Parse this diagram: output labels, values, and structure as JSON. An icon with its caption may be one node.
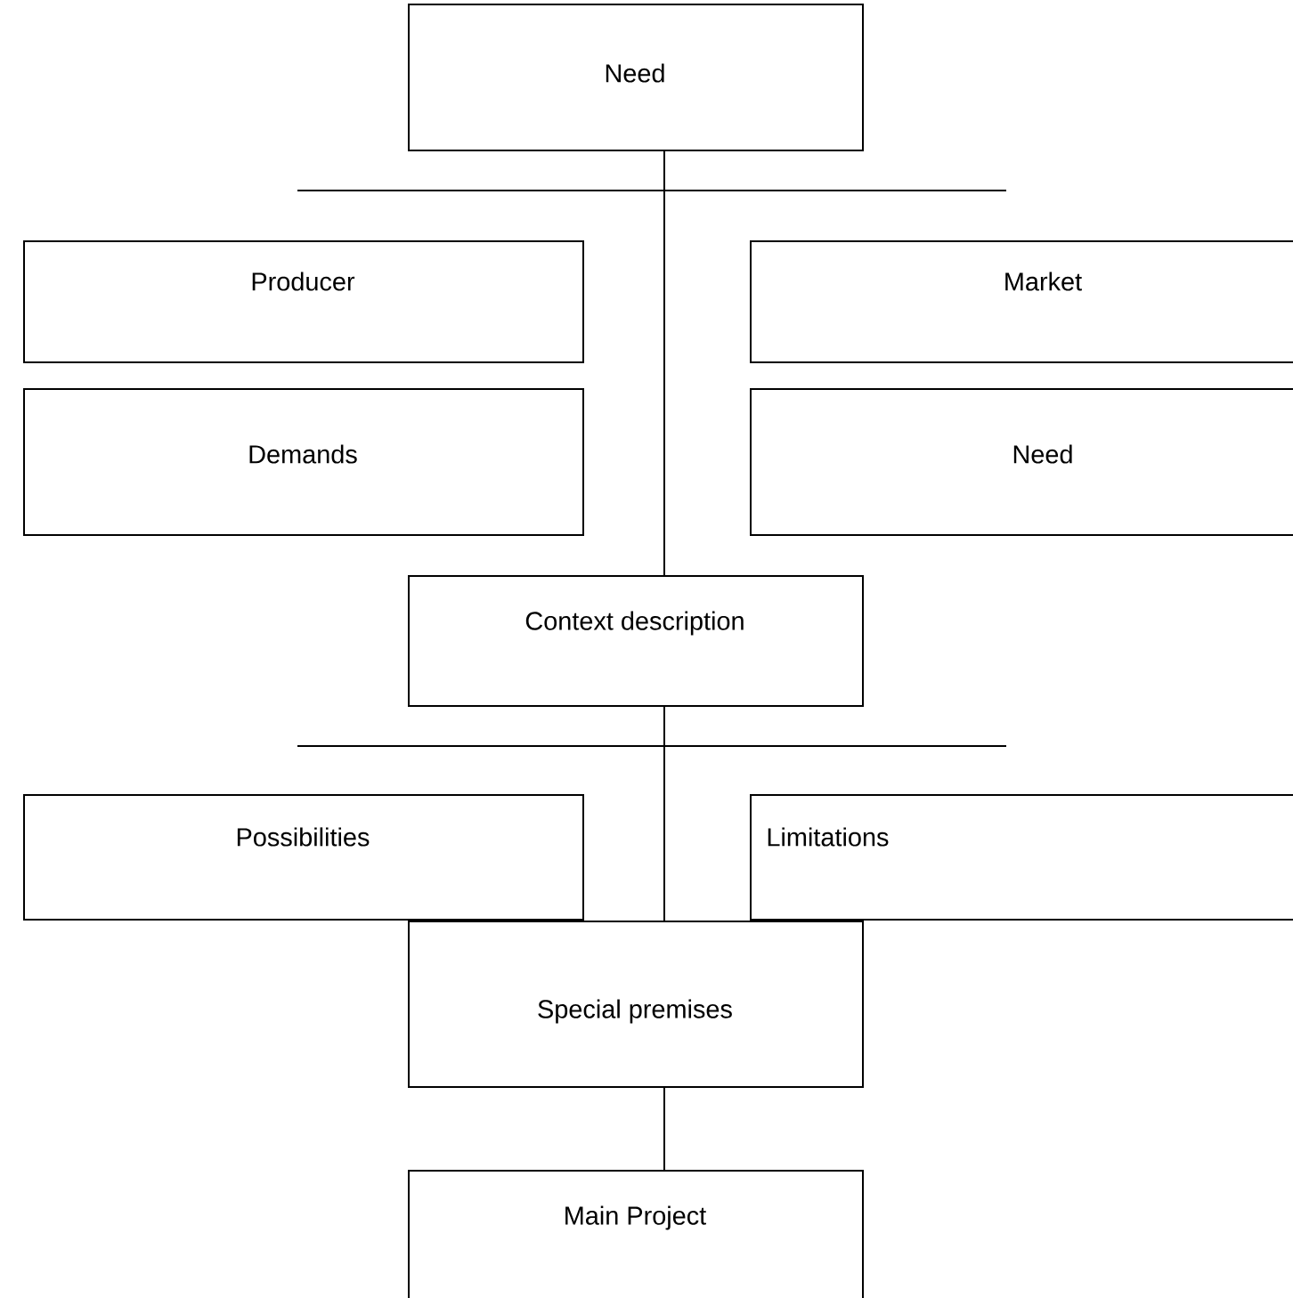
{
  "diagram": {
    "nodes": [
      {
        "text": [
          "Need"
        ]
      },
      {
        "text": [
          "Producer"
        ]
      },
      {
        "text": [
          "Market"
        ]
      },
      {
        "text": [
          "Demands"
        ]
      },
      {
        "text": [
          "Need"
        ]
      },
      {
        "text": [
          "Context description"
        ]
      },
      {
        "text": [
          "Possibilities"
        ]
      },
      {
        "text": [
          "Limitations"
        ]
      },
      {
        "text": [
          "Special premises"
        ]
      },
      {
        "text": [
          "Main Project"
        ]
      }
    ],
    "edges": [
      {
        "from": 0,
        "to": 5,
        "arrow": "none"
      },
      {
        "from": 5,
        "to": 8,
        "arrow": "none"
      },
      {
        "from": 8,
        "to": 9,
        "arrow": "none"
      }
    ]
  }
}
